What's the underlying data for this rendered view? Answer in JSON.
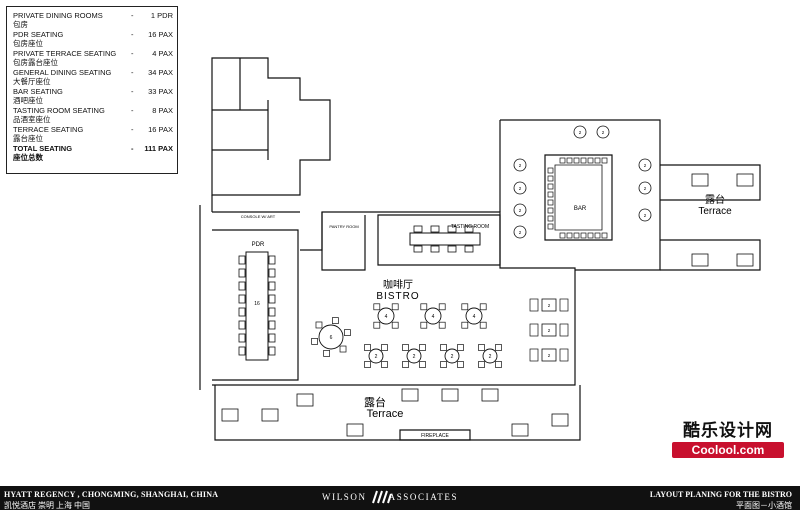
{
  "legend": {
    "rows": [
      {
        "name": "PRIVATE DINING ROOMS",
        "value": "1 PDR",
        "cn": "包房"
      },
      {
        "name": "PDR SEATING",
        "value": "16 PAX",
        "cn": "包房座位"
      },
      {
        "name": "PRIVATE TERRACE SEATING",
        "value": "4 PAX",
        "cn": "包房露台座位"
      },
      {
        "name": "GENERAL DINING SEATING",
        "value": "34 PAX",
        "cn": "大餐厅座位"
      },
      {
        "name": "BAR SEATING",
        "value": "33 PAX",
        "cn": "酒吧座位"
      },
      {
        "name": "TASTING ROOM SEATING",
        "value": "8 PAX",
        "cn": "品酒室座位"
      },
      {
        "name": "TERRACE SEATING",
        "value": "16 PAX",
        "cn": "露台座位"
      },
      {
        "name": "TOTAL SEATING",
        "value": "111 PAX",
        "cn": "座位总数"
      }
    ],
    "dash": "-"
  },
  "plan": {
    "bistro_cn": "咖啡厅",
    "bistro_en": "BISTRO",
    "terrace_cn": "露台",
    "terrace_en": "Terrace",
    "terrace_right_cn": "露台",
    "terrace_right_en": "Terrace",
    "bar": "BAR",
    "pdr": "PDR",
    "pdr_seats": "16",
    "tasting_room": "TASTING ROOM",
    "pantry_room": "PANTRY ROOM",
    "console": "CONSOLE W/ ART",
    "fireplace": "FIREPLACE",
    "table_2": "2",
    "table_4": "4",
    "table_6": "6"
  },
  "footer": {
    "left_en": "HYATT REGENCY , CHONGMING, SHANGHAI, CHINA",
    "left_cn": "凯悦酒店 崇明 上海 中国",
    "mid_left": "WILSON",
    "mid_right": "ASSOCIATES",
    "right_en": "LAYOUT PLANING FOR THE BISTRO",
    "right_cn": "平面图－小酒馆"
  },
  "watermark": {
    "cn": "酷乐设计网",
    "en": "Coolool.com"
  }
}
